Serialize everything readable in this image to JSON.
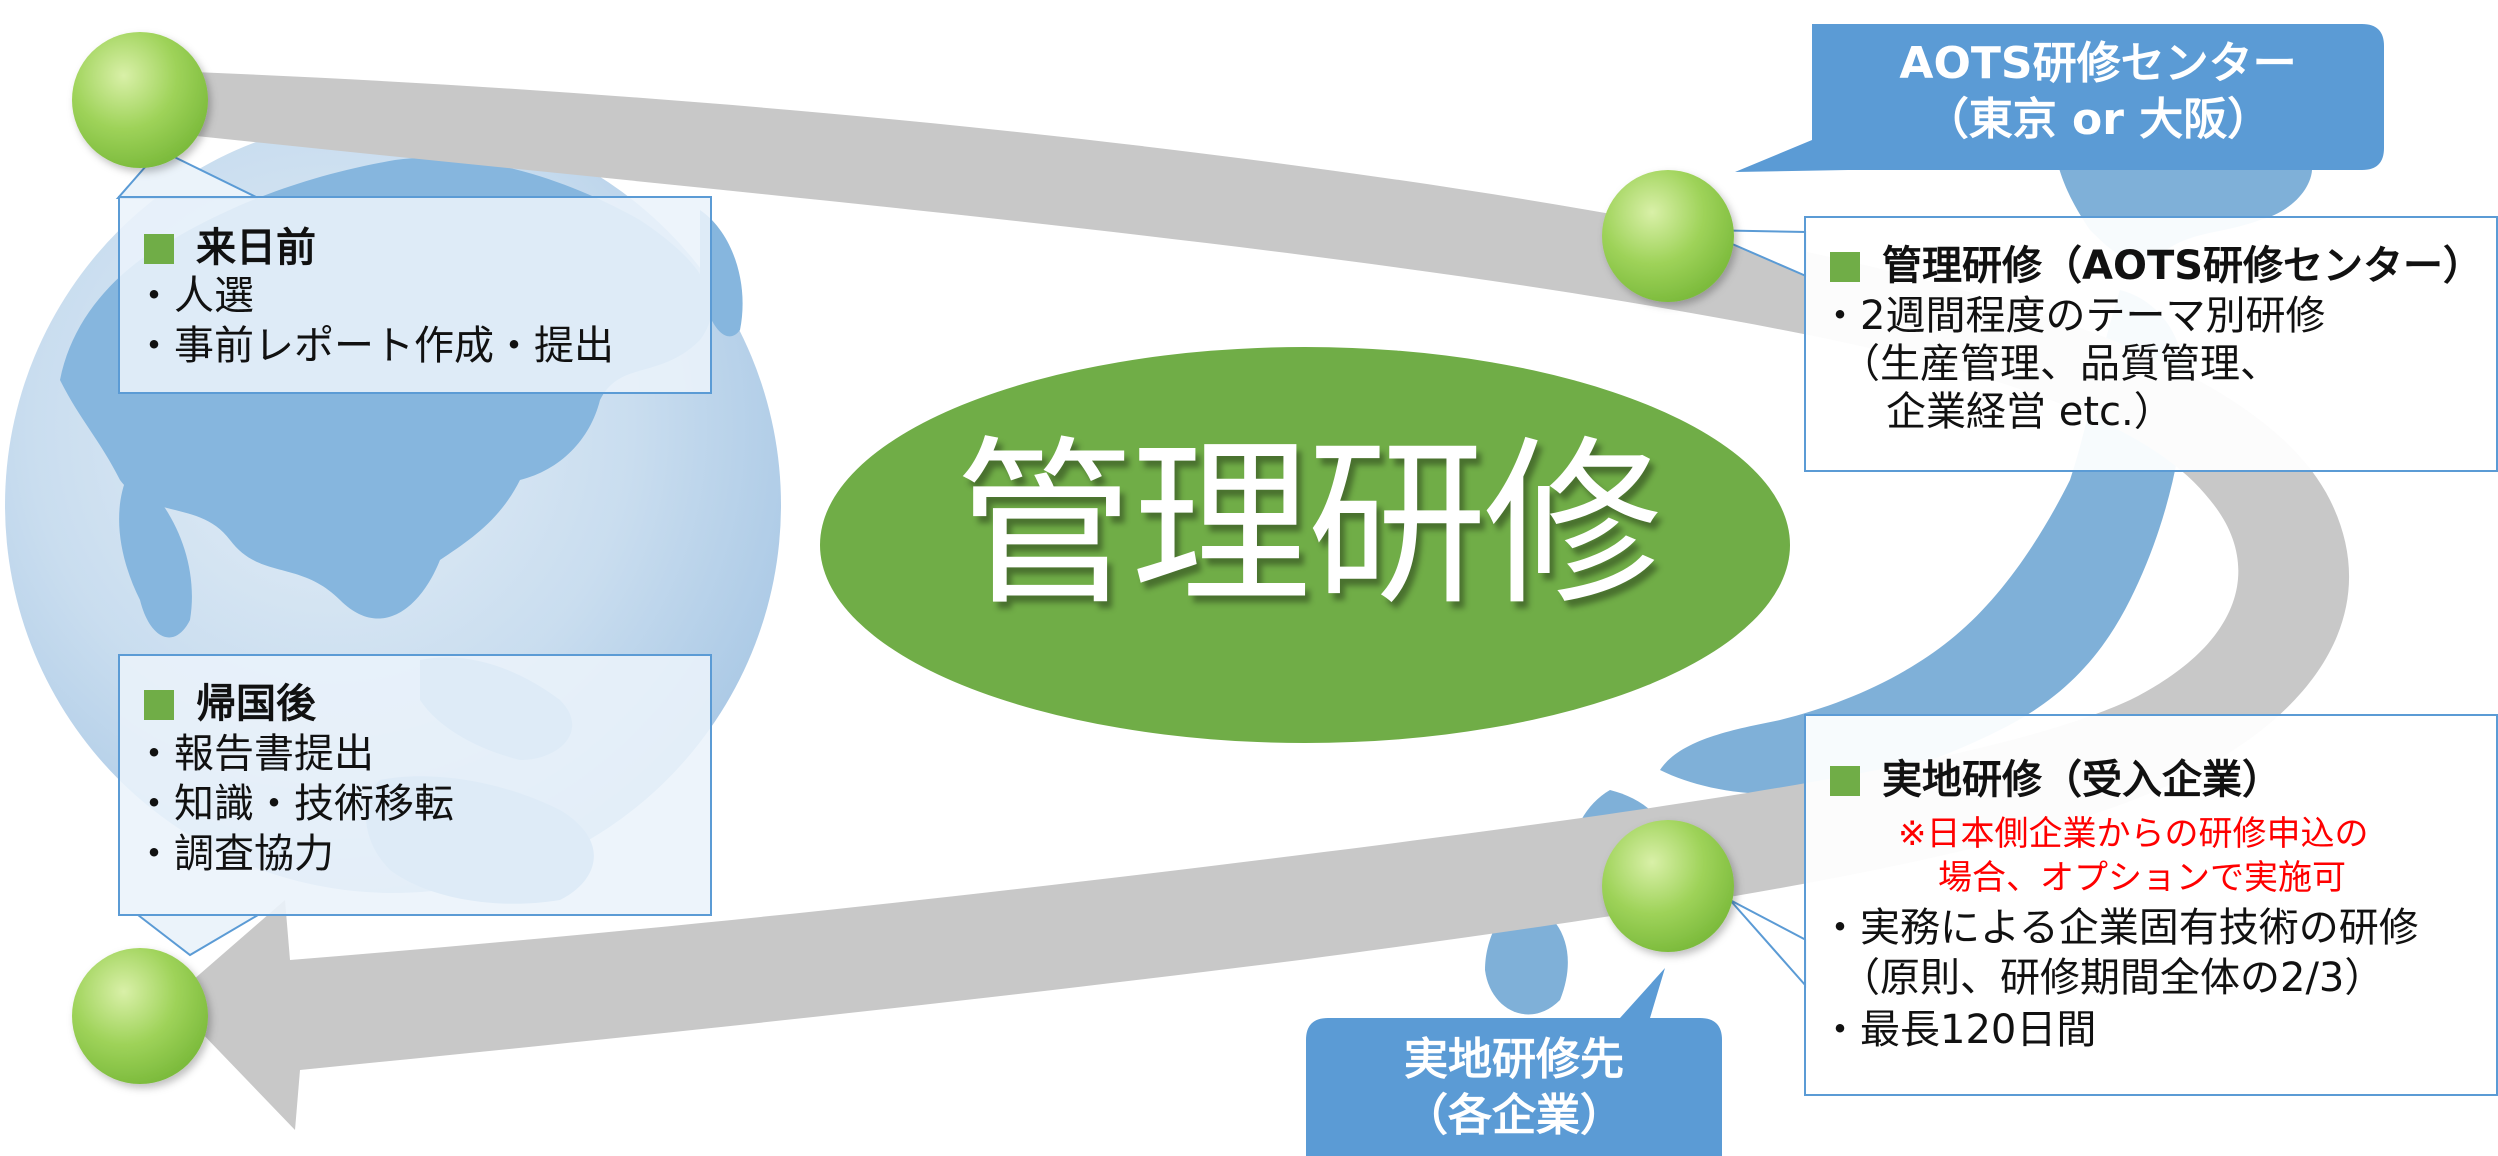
{
  "center": {
    "title": "管理研修"
  },
  "callout_center": {
    "line1": "AOTS研修センター",
    "line2": "（東京 or 大阪）"
  },
  "callout_company": {
    "line1": "実地研修先",
    "line2": "（各企業）"
  },
  "box_before": {
    "heading": "来日前",
    "items": [
      "・人選",
      "・事前レポート作成・提出"
    ]
  },
  "box_after": {
    "heading": "帰国後",
    "items": [
      "・報告書提出",
      "・知識・技術移転",
      "・調査協力"
    ]
  },
  "box_mgmt": {
    "heading": "管理研修（AOTS研修センター）",
    "items": [
      "・2週間程度のテーマ別研修",
      "（生産管理、品質管理、",
      "企業経営 etc.）"
    ]
  },
  "box_onsite": {
    "heading": "実地研修（受入企業）",
    "note": [
      "※日本側企業からの研修申込の",
      "場合、オプションで実施可"
    ],
    "items": [
      "・実務による企業固有技術の研修",
      "（原則、研修期間全体の2/3）",
      "・最長120日間"
    ]
  },
  "colors": {
    "green": "#70ad47",
    "blue": "#5b9bd5",
    "map_blue": "#7fb0d8",
    "arrow_gray": "#c8c8c8",
    "note_red": "#ff0000"
  }
}
